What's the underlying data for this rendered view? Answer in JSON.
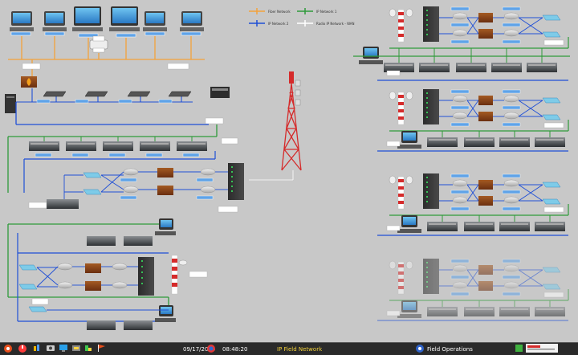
{
  "colors": {
    "background": "#c8c8c8",
    "fiber": "#f4a23a",
    "network_a": "#2f9a3a",
    "network_b": "#1f4fd6",
    "radio": "#ffffff",
    "tower": "#d52b2b",
    "taskbar": "#2a2a2a"
  },
  "legend": [
    "Fiber Network",
    "IP Network 1",
    "IP Network 2",
    "Radio IP Network - WAN"
  ],
  "taskbar": {
    "date": "09/17/2015",
    "time": "08:48:20",
    "status": "IP Field Network",
    "app": "Field Operations",
    "app_icon": "gear-logo-icon"
  },
  "icons": [
    "start-icon",
    "power-icon",
    "chart-icon",
    "camera-icon",
    "monitor-icon",
    "tools-icon",
    "brush-icon",
    "flag-icon"
  ]
}
